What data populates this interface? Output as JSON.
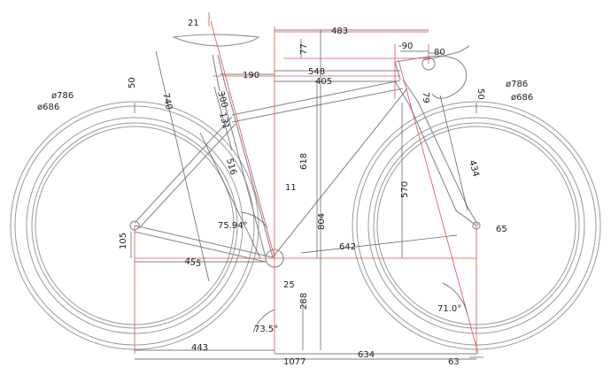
{
  "colors": {
    "frame": "#8a8a8a",
    "dimension": "#555555",
    "guide": "#e05050",
    "text": "#222222"
  },
  "dimensions": {
    "reach_offset": "21",
    "top_length": "483",
    "saddle_height": "77",
    "stem_length": "-90",
    "bar_reach": "80",
    "seatpost_offset": "190",
    "effective_top": "548",
    "actual_top": "405",
    "stack_spacer": "79",
    "left_tire_height": "50",
    "right_tire_height": "50",
    "left_outer_diameter": "ø786",
    "left_inner_diameter": "ø686",
    "right_outer_diameter": "ø786",
    "right_inner_diameter": "ø686",
    "seat_length": "740",
    "seatpost_exposed": "300",
    "seat_cluster": "131",
    "seat_tube_length": "516",
    "stack_height": "618",
    "fork_offset": "434",
    "head_stack": "570",
    "bb_to_saddle": "804",
    "seat_tube_setback": "11",
    "seat_angle": "75.94°",
    "rear_axle_drop": "105",
    "chainstay": "455",
    "reach_horizontal": "642",
    "fork_rake": "65",
    "bb_offset": "25",
    "bb_height": "288",
    "seat_tube_angle": "73.5°",
    "head_angle": "71.0°",
    "rear_center": "443",
    "front_center": "634",
    "wheelbase": "1077",
    "trail": "63"
  }
}
